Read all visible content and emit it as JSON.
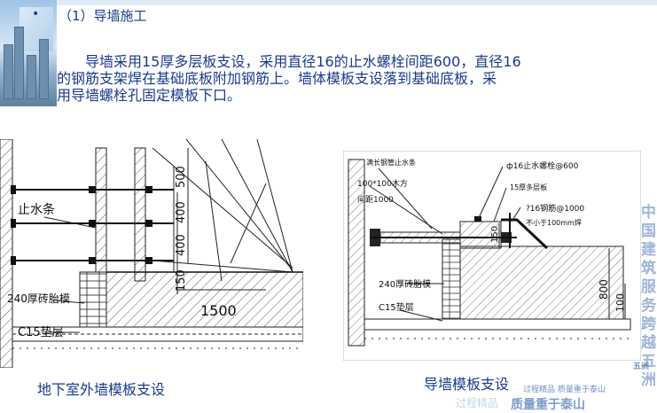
{
  "slide": {
    "bullet": "•",
    "section_title": "（1）导墙施工",
    "body_lines": [
      "导墙采用15厚多层板支设，采用直径16的止水螺栓间距600，直径16",
      "的钢筋支架焊在基础底板附加钢筋上。墙体模板支设落到基础底板，采",
      "用导墙螺栓孔固定模板下口。"
    ]
  },
  "left_diagram": {
    "caption": "地下室外墙模板支设",
    "labels": {
      "waterstop": "止水条",
      "brick": "240厚砖胎模",
      "cushion": "C15垫层",
      "dim_horizontal": "1500",
      "dim_v1": "400",
      "dim_v2": "400",
      "dim_v3": "500",
      "dim_v4": "150"
    }
  },
  "right_diagram": {
    "caption": "导墙模板支设",
    "labels": {
      "left_top": "满长钢管止水条",
      "timber": "100*100木方",
      "spacing": "间距1000",
      "bolt": "ф16止水螺栓@600",
      "plywood": "15厚多层板",
      "rebar": "?16钢筋@1000",
      "weld": "不小于100mm焊",
      "brick": "240厚砖胎模",
      "cushion": "C15垫层",
      "dim_800": "800",
      "dim_100": "100",
      "dim_150": "150"
    }
  },
  "watermark": {
    "vertical": [
      "中",
      "国",
      "建",
      "筑",
      "服",
      "务",
      "跨",
      "越",
      "五",
      "洲"
    ],
    "bottom_small": "过程精品  质量重于泰山",
    "bottom_large": "质量重于泰山",
    "bottom_faint": "过程精品",
    "corner": "五洲"
  }
}
